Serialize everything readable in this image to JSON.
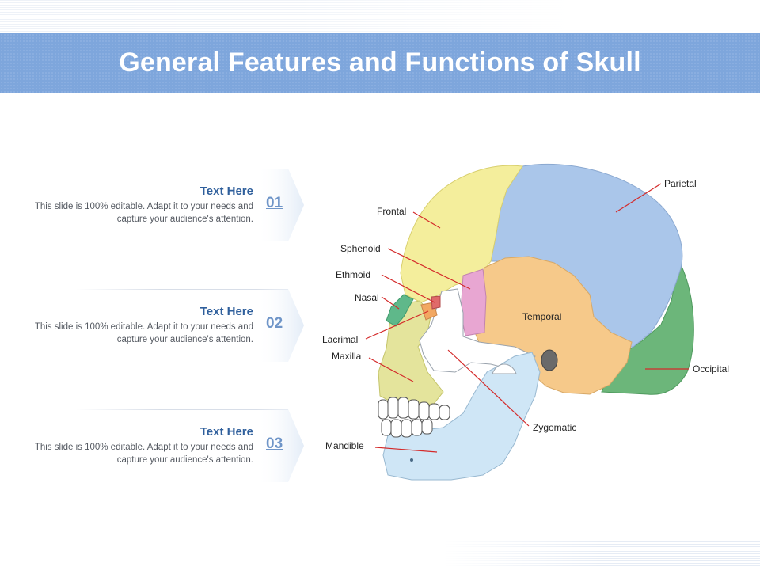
{
  "title": "General Features and Functions of Skull",
  "colors": {
    "title_bar": "#7ea6dc",
    "heading": "#2f5f9c",
    "number": "#6f95c8",
    "leader_line": "#d42a2a",
    "parietal": "#aac6ea",
    "frontal": "#f4ee9c",
    "occipital": "#6cb67a",
    "temporal": "#f6c98a",
    "sphenoid": "#e8a6d2",
    "maxilla": "#e4e49c",
    "mandible": "#cfe6f6",
    "nasal": "#5fb88a"
  },
  "items": [
    {
      "number": "01",
      "heading": "Text Here",
      "text": "This slide is 100% editable. Adapt it to your needs and capture your audience's attention."
    },
    {
      "number": "02",
      "heading": "Text Here",
      "text": "This slide is 100% editable. Adapt it to your needs and capture your audience's attention."
    },
    {
      "number": "03",
      "heading": "Text Here",
      "text": "This slide is 100% editable. Adapt it to your needs and capture your audience's attention."
    }
  ],
  "diagram": {
    "labels": {
      "parietal": "Parietal",
      "frontal": "Frontal",
      "sphenoid": "Sphenoid",
      "ethmoid": "Ethmoid",
      "nasal": "Nasal",
      "lacrimal": "Lacrimal",
      "maxilla": "Maxilla",
      "temporal": "Temporal",
      "occipital": "Occipital",
      "zygomatic": "Zygomatic",
      "mandible": "Mandible"
    }
  }
}
